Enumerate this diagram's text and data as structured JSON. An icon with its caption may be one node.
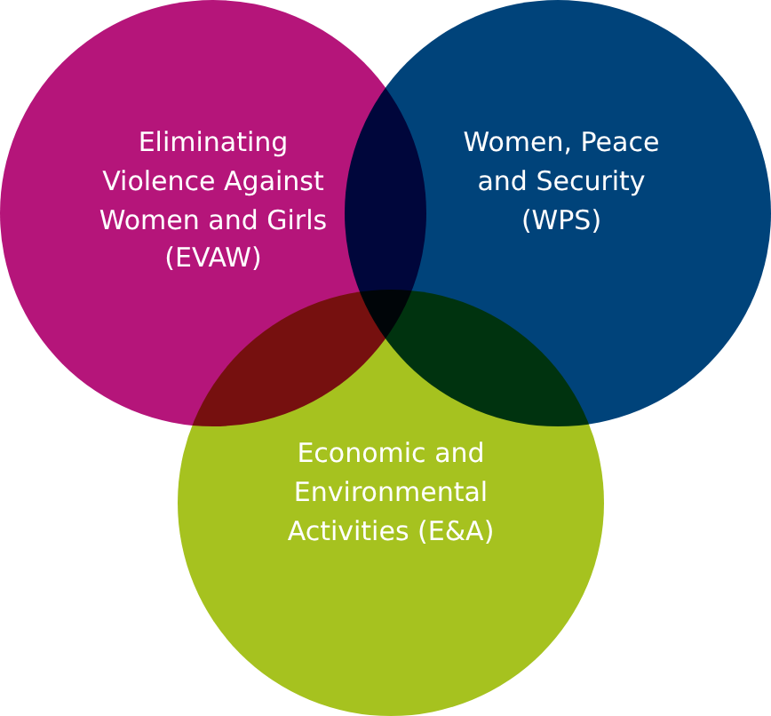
{
  "diagram": {
    "nodes": [
      {
        "text": [
          "Eliminating Violence Against Women and Girls (EVAW)"
        ]
      },
      {
        "text": [
          "Women, Peace and Security (WPS)"
        ]
      },
      {
        "text": [
          "Economic and Environmental Activities (E&A)"
        ]
      }
    ]
  }
}
